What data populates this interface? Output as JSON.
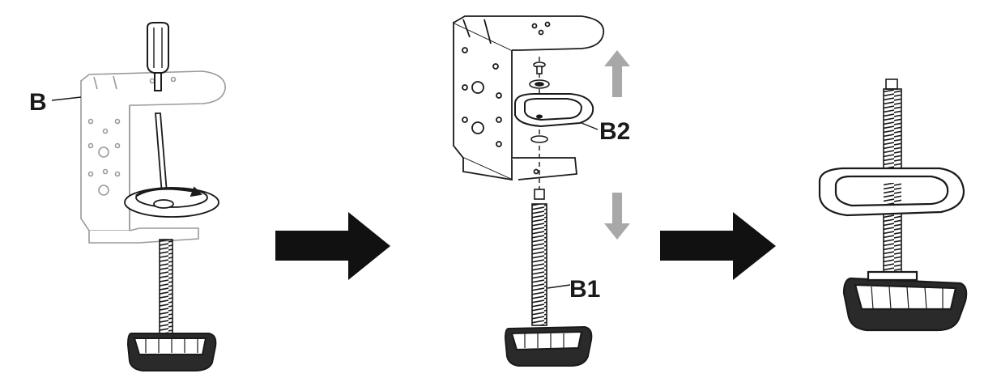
{
  "labels": {
    "b": "B",
    "b1": "B1",
    "b2": "B2"
  },
  "colors": {
    "line": "#1a1a1a",
    "faded_line": "#9a9a9a",
    "arrow_fill": "#111111",
    "move_arrow": "#a8a8a8"
  },
  "icons": [
    "screwdriver-icon",
    "arrow-right-icon",
    "arrow-up-icon",
    "arrow-down-icon"
  ]
}
